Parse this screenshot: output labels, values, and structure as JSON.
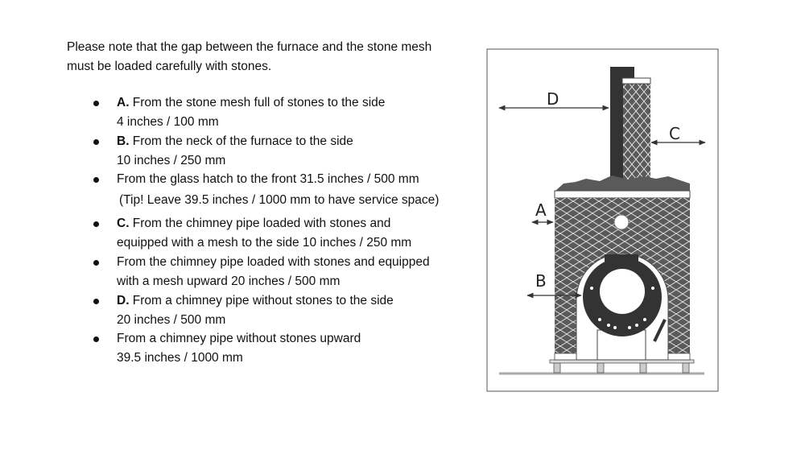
{
  "intro": {
    "line1": "Please note that the gap between the furnace and the stone mesh",
    "line2": "must be loaded carefully with stones."
  },
  "items": [
    {
      "prefix": "A.",
      "line1": " From the stone mesh full of stones to the side",
      "line2": "4 inches / 100 mm"
    },
    {
      "prefix": "B.",
      "line1": " From the neck of the furnace to the side",
      "line2": "10 inches / 250 mm"
    },
    {
      "prefix": "",
      "line1": "From the glass hatch to the front 31.5 inches / 500 mm",
      "line2": "(Tip! Leave 39.5 inches / 1000 mm to have service space)"
    },
    {
      "prefix": "C.",
      "line1": " From the chimney pipe loaded with stones and",
      "line2": "equipped with a mesh to the side 10 inches / 250 mm"
    },
    {
      "prefix": "",
      "line1": "From the chimney pipe loaded with stones and equipped",
      "line2": "with a mesh upward 20 inches / 500 mm"
    },
    {
      "prefix": "D.",
      "line1": " From a chimney pipe without stones to the side",
      "line2": "20 inches / 500 mm"
    },
    {
      "prefix": "",
      "line1": "From a chimney pipe without stones upward",
      "line2": "39.5 inches / 1000 mm"
    }
  ],
  "diagram": {
    "labels": {
      "a": "A",
      "b": "B",
      "c": "C",
      "d": "D"
    },
    "colors": {
      "stone": "#555555",
      "metal": "#333333",
      "mesh": "#dddddd"
    }
  }
}
